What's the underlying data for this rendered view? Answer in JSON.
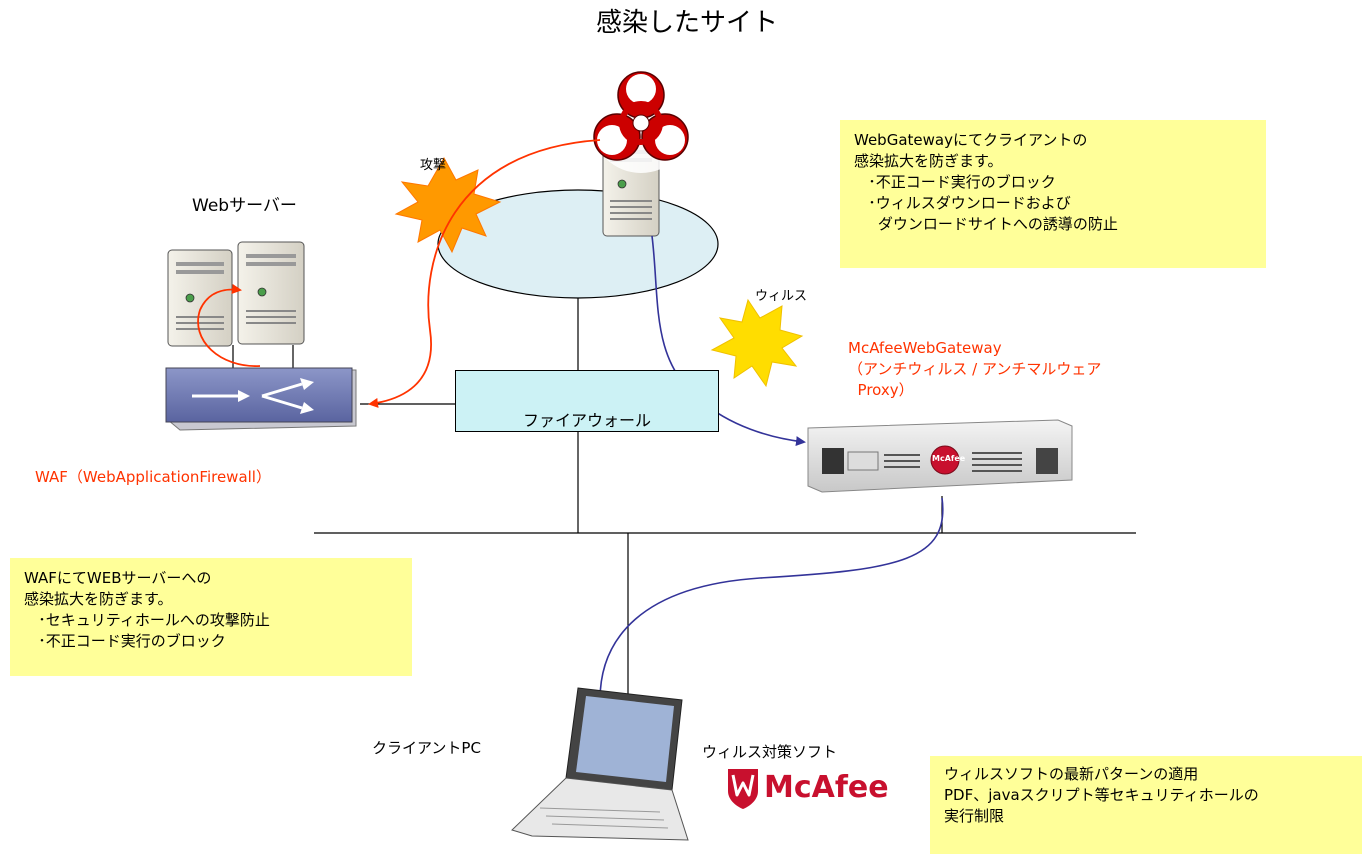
{
  "diagram": {
    "title": "感染したサイト",
    "attack_label": "攻撃",
    "virus_label": "ウィルス",
    "web_server_label": "Webサーバー",
    "firewall_label": "ファイアウォール",
    "waf_label": "WAF（WebApplicationFirewall）",
    "gateway_label_lines": [
      "McAfeeWebGateway",
      "（アンチウィルス / アンチマルウェア",
      "  Proxy）"
    ],
    "client_label": "クライアントPC",
    "antivirus_label": "ウィルス対策ソフト",
    "mcafee_logo_text": "McAfee",
    "appliance_badge_text": "McAfee",
    "notes": {
      "gateway": [
        "WebGatewayにてクライアントの",
        "感染拡大を防ぎます。",
        "   ･不正コード実行のブロック",
        "   ･ウィルスダウンロードおよび",
        "     ダウンロードサイトへの誘導の防止"
      ],
      "waf": [
        "WAFにてWEBサーバーへの",
        "感染拡大を防ぎます。",
        "   ･セキュリティホールへの攻撃防止",
        "   ･不正コード実行のブロック"
      ],
      "client": [
        "ウィルスソフトの最新パターンの適用",
        "PDF、javaスクリプト等セキュリティホールの",
        "実行制限"
      ]
    },
    "colors": {
      "attack_arrow": "#ff3300",
      "virus_arrow": "#333399",
      "note_fill": "#ffff99",
      "firewall_fill": "#ccf2f5",
      "network_cloud_fill": "#ddeff4",
      "biohazard": "#cc0000",
      "mcafee_red": "#c8102e"
    }
  }
}
